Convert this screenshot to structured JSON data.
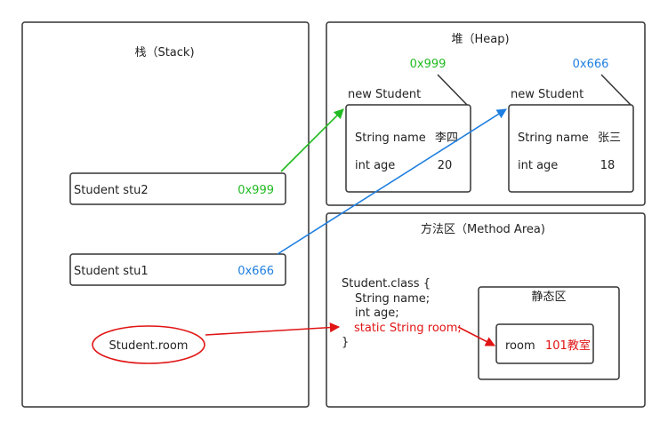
{
  "colors": {
    "green": "#22bb22",
    "blue": "#1f7fe0",
    "red": "#e01414",
    "stroke": "#333333",
    "text": "#222222"
  },
  "stack": {
    "title": "栈（Stack)",
    "vars": [
      {
        "name": "Student stu2",
        "addr": "0x999"
      },
      {
        "name": "Student stu1",
        "addr": "0x666"
      }
    ],
    "ellipse_label": "Student.room"
  },
  "heap": {
    "title": "堆（Heap)",
    "objects": [
      {
        "addr": "0x999",
        "header": "new Student",
        "fields": [
          {
            "label": "String name",
            "value": "李四"
          },
          {
            "label": "int age",
            "value": "20"
          }
        ]
      },
      {
        "addr": "0x666",
        "header": "new Student",
        "fields": [
          {
            "label": "String name",
            "value": "张三"
          },
          {
            "label": "int age",
            "value": "18"
          }
        ]
      }
    ]
  },
  "method_area": {
    "title": "方法区（Method Area)",
    "class_lines": [
      "Student.class {",
      "String name;",
      "int age;",
      "static String room;",
      "}"
    ],
    "static_area": {
      "title": "静态区",
      "field": "room",
      "value": "101教室"
    }
  }
}
